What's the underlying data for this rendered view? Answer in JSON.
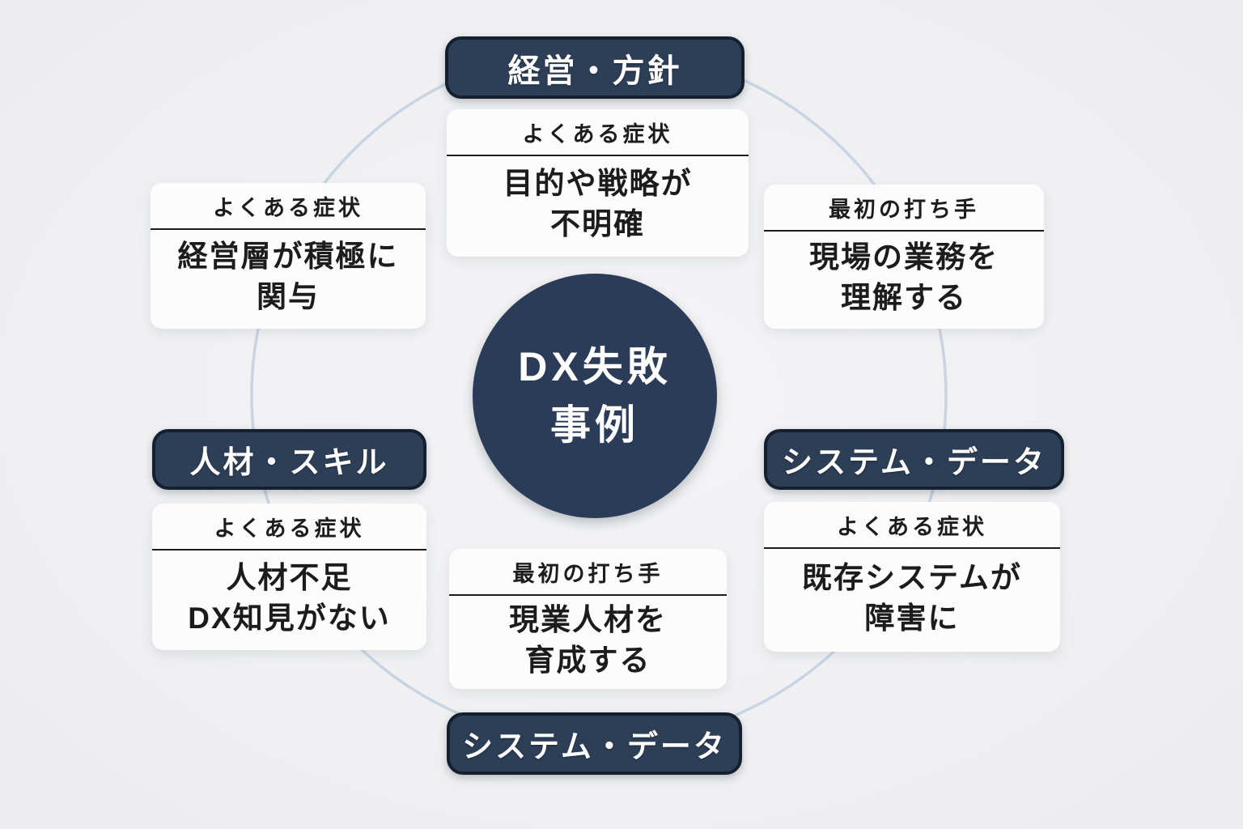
{
  "palette": {
    "background": "#f0f0f2",
    "navy_fill": "#2d3e57",
    "navy_border": "#141f30",
    "ring_stroke": "#c9d4e2",
    "card_background": "#fcfcfd",
    "text_dark": "#1c1c1c",
    "text_white": "#ffffff"
  },
  "center": {
    "line1": "DX失敗",
    "line2": "事例"
  },
  "categories": {
    "top": "経営・方針",
    "left": "人材・スキル",
    "right": "システム・データ",
    "bottom": "システム・データ"
  },
  "cards": {
    "top": {
      "header": "よくある症状",
      "line1": "目的や戦略が",
      "line2": "不明確"
    },
    "left_top": {
      "header": "よくある症状",
      "line1": "経営層が積極に",
      "line2": "関与"
    },
    "right_top": {
      "header": "最初の打ち手",
      "line1": "現場の業務を",
      "line2": "理解する"
    },
    "left_bottom": {
      "header": "よくある症状",
      "line1": "人材不足",
      "line2": "DX知見がない"
    },
    "right_bottom": {
      "header": "よくある症状",
      "line1": "既存システムが",
      "line2": "障害に"
    },
    "bottom_center": {
      "header": "最初の打ち手",
      "line1": "現業人材を",
      "line2": "育成する"
    }
  }
}
